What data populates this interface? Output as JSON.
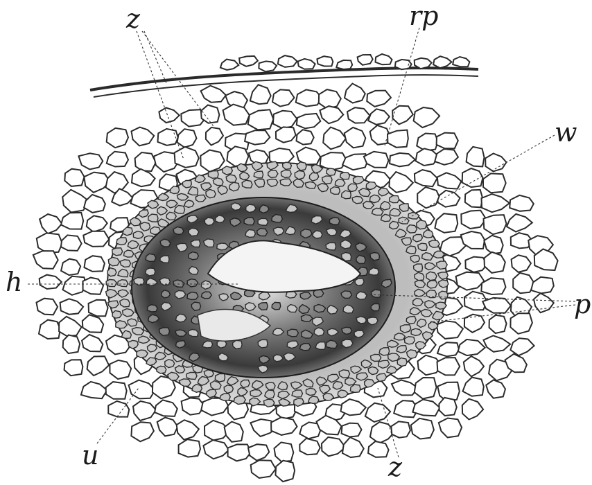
{
  "figure": {
    "labels": {
      "z_top": "z",
      "rp": "rp",
      "w": "w",
      "h": "h",
      "p": "p",
      "u": "u",
      "z_bottom": "z"
    },
    "colors": {
      "ink": "#1a1a1a",
      "paper": "#ffffff",
      "shade_dark": "#2a2a2a",
      "shade_mid": "#6e6e6e"
    }
  }
}
